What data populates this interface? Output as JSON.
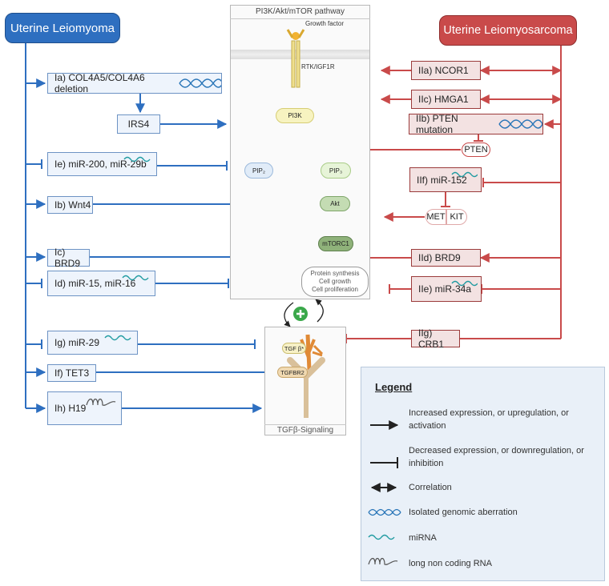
{
  "headers": {
    "left": "Uterine Leiomyoma",
    "right": "Uterine Leiomyosarcoma"
  },
  "pathway": {
    "title": "PI3K/Akt/mTOR pathway",
    "growth_factor": "Growth factor",
    "receptor": "RTK/IGF1R",
    "pi3k": "PI3K",
    "pip2": "PIP₂",
    "pip3": "PIP₃",
    "akt": "Akt",
    "mtorc1": "mTORC1",
    "outcomes": [
      "Protein synthesis",
      "Cell growth",
      "Cell proliferation"
    ]
  },
  "tgf": {
    "title": "TGFβ-Signaling",
    "ligand": "TGF β*",
    "receptor": "TGFBR2"
  },
  "leiomyoma_items": {
    "ia": "Ia) COL4A5/COL4A6 deletion",
    "irs4": "IRS4",
    "ie": "Ie) miR-200, miR-29b",
    "ib": "Ib) Wnt4",
    "ic": "Ic) BRD9",
    "id": "Id) miR-15, miR-16",
    "ig": "Ig) miR-29",
    "if": "If) TET3",
    "ih": "Ih) H19"
  },
  "leiomyosarcoma_items": {
    "iia": "IIa) NCOR1",
    "iic": "IIc) HMGA1",
    "iib": "IIb) PTEN mutation",
    "pten": "PTEN",
    "iif": "IIf) miR-152",
    "met": "MET",
    "kit": "KIT",
    "iid": "IId) BRD9",
    "iie": "IIe) miR-34a",
    "iig": "IIg) CRB1"
  },
  "legend": {
    "title": "Legend",
    "activation": "Increased expression, or upregulation, or activation",
    "inhibition": "Decreased expression, or downregulation, or inhibition",
    "correlation": "Correlation",
    "genomic": "Isolated genomic aberration",
    "mirna": "miRNA",
    "lncrna": "long non coding RNA"
  },
  "colors": {
    "blue": "#2e6fc0",
    "red": "#c94a4a",
    "black": "#222222"
  }
}
